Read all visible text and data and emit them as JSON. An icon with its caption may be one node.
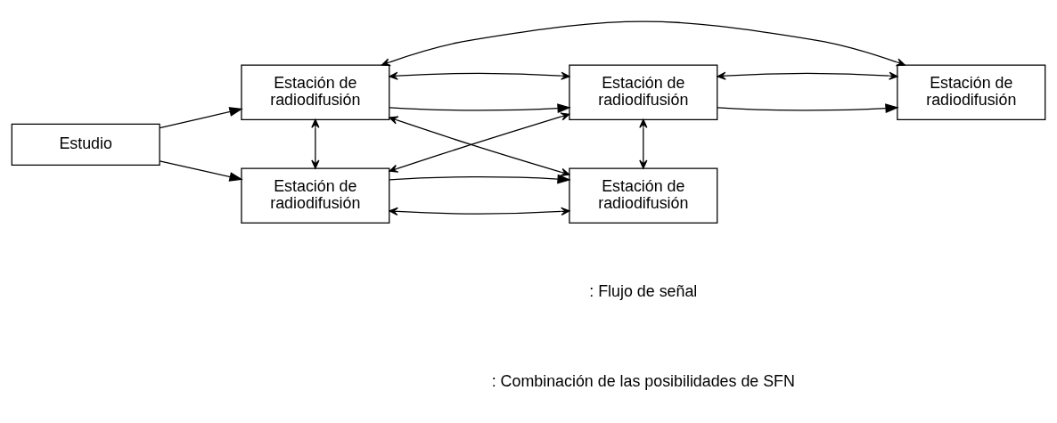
{
  "diagram": {
    "nodes": [
      {
        "text": [
          "Estudio"
        ]
      },
      {
        "text": [
          "Estación de radiodifusión"
        ]
      },
      {
        "text": [
          "Estación de radiodifusión"
        ]
      },
      {
        "text": [
          "Estación de radiodifusión"
        ]
      },
      {
        "text": [
          "Estación de radiodifusión"
        ]
      },
      {
        "text": [
          "Estación de radiodifusión"
        ]
      }
    ],
    "edges": [
      {
        "from": 0,
        "to": 1,
        "arrow": "to"
      },
      {
        "from": 0,
        "to": 4,
        "arrow": "to"
      },
      {
        "from": 1,
        "to": 2,
        "arrow": "to"
      },
      {
        "from": 1,
        "to": 2,
        "arrow": "both"
      },
      {
        "from": 2,
        "to": 3,
        "arrow": "to"
      },
      {
        "from": 2,
        "to": 3,
        "arrow": "both"
      },
      {
        "from": 1,
        "to": 3,
        "arrow": "both"
      },
      {
        "from": 1,
        "to": 4,
        "arrow": "both"
      },
      {
        "from": 2,
        "to": 4,
        "arrow": "both"
      },
      {
        "from": 1,
        "to": 5,
        "arrow": "both"
      },
      {
        "from": 2,
        "to": 5,
        "arrow": "both"
      },
      {
        "from": 4,
        "to": 5,
        "arrow": "both"
      },
      {
        "from": 4,
        "to": 5,
        "arrow": "to"
      }
    ],
    "legend": [
      {
        "text": ": Flujo de señal"
      },
      {
        "text": ": Combinación de las posibilidades de SFN"
      }
    ]
  }
}
